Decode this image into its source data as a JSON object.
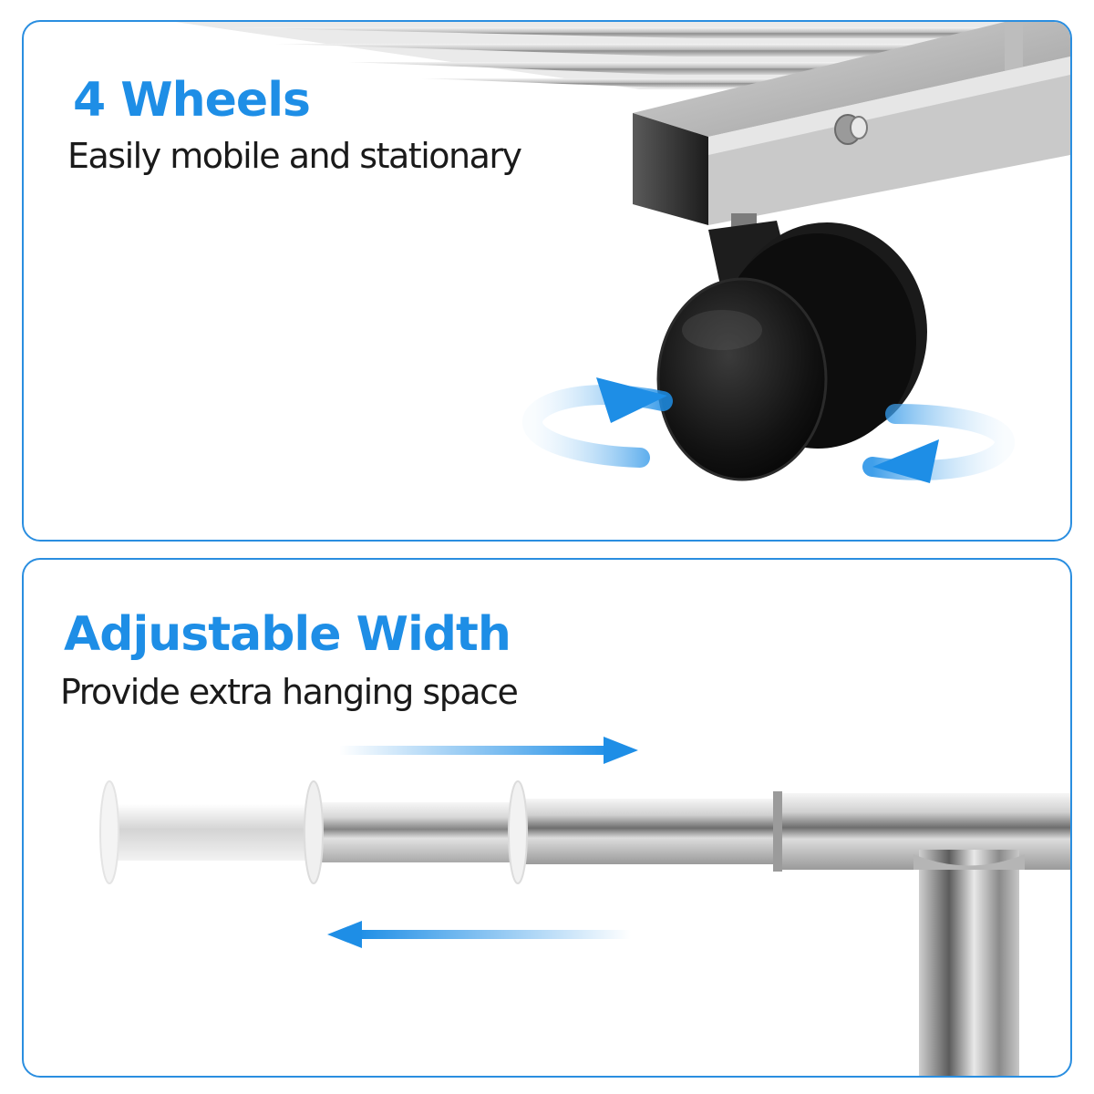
{
  "panels": [
    {
      "title": "4 Wheels",
      "subtitle": "Easily mobile and stationary",
      "illustration": "caster-wheel-icon"
    },
    {
      "title": "Adjustable Width",
      "subtitle": "Provide extra hanging space",
      "illustration": "telescopic-rod-icon"
    }
  ],
  "colors": {
    "accent": "#1e8ee6",
    "border": "#2a8ee0",
    "text": "#1a1a1a",
    "background": "#ffffff"
  }
}
